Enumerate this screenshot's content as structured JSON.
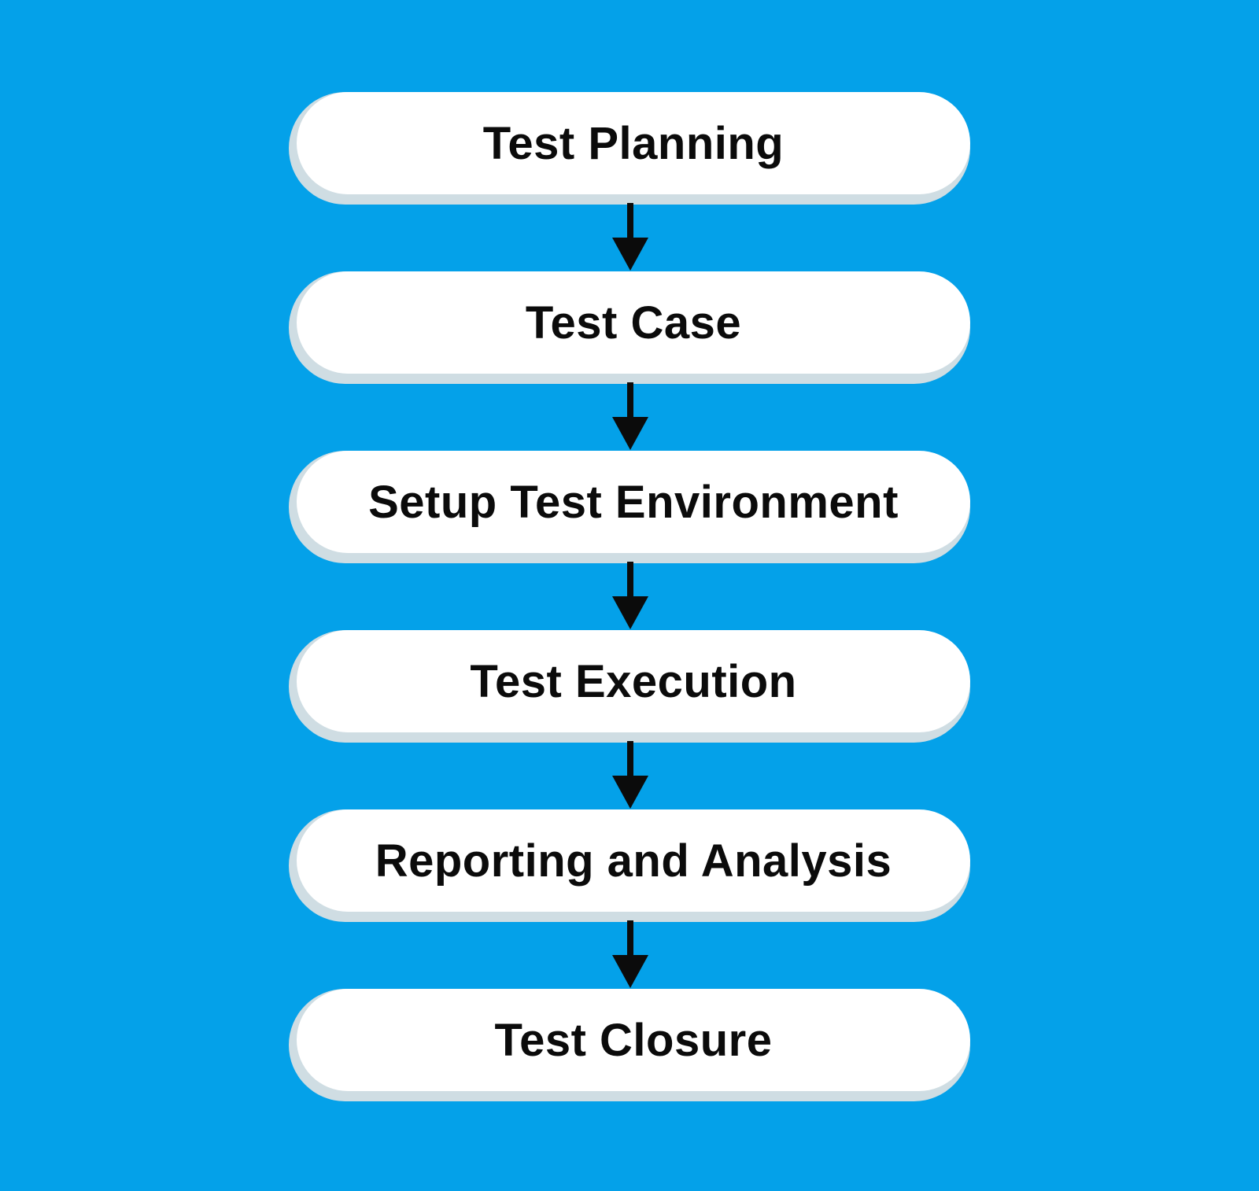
{
  "colors": {
    "background": "#04a1e9",
    "box_fill": "#ffffff",
    "box_shadow": "#cfdde3",
    "arrow": "#0b0b0b",
    "text": "#0b0b0b"
  },
  "flow": {
    "steps": [
      {
        "label": "Test Planning"
      },
      {
        "label": "Test Case"
      },
      {
        "label": "Setup Test Environment"
      },
      {
        "label": "Test Execution"
      },
      {
        "label": "Reporting and Analysis"
      },
      {
        "label": "Test Closure"
      }
    ],
    "connectors": [
      {
        "from": "Test Planning",
        "to": "Test Case"
      },
      {
        "from": "Test Case",
        "to": "Setup Test Environment"
      },
      {
        "from": "Setup Test Environment",
        "to": "Test Execution"
      },
      {
        "from": "Test Execution",
        "to": "Reporting and Analysis"
      },
      {
        "from": "Reporting and Analysis",
        "to": "Test Closure"
      }
    ]
  }
}
